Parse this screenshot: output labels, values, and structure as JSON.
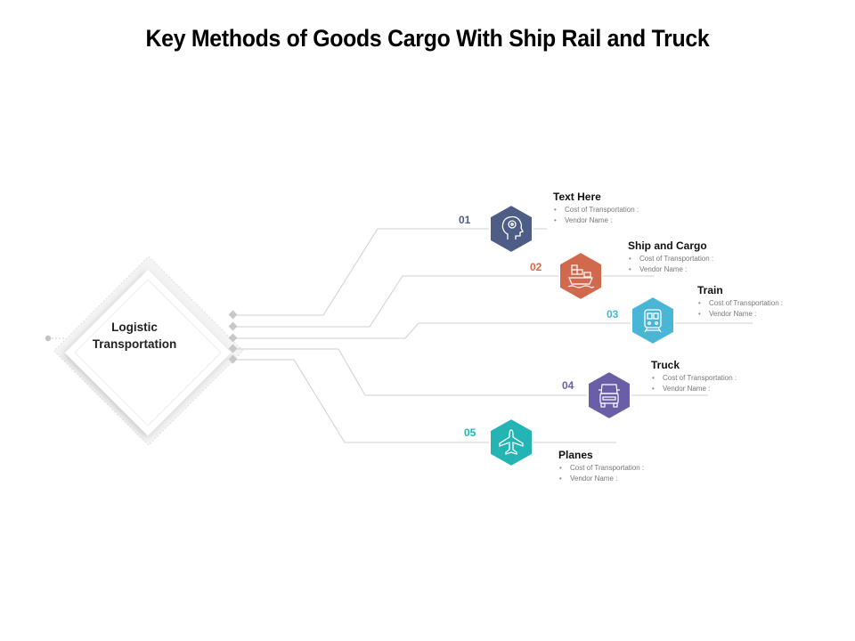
{
  "title": "Key Methods of Goods Cargo With Ship Rail and Truck",
  "center": {
    "line1": "Logistic",
    "line2": "Transportation"
  },
  "items": [
    {
      "number": "01",
      "heading": "Text Here",
      "bullet1": "Cost of Transportation  :",
      "bullet2": "Vendor Name :",
      "color": "#4e5d85",
      "icon": "brain-head-icon"
    },
    {
      "number": "02",
      "heading": "Ship and Cargo",
      "bullet1": "Cost of Transportation  :",
      "bullet2": "Vendor Name :",
      "color": "#d1694f",
      "icon": "cargo-ship-icon"
    },
    {
      "number": "03",
      "heading": "Train",
      "bullet1": "Cost of Transportation  :",
      "bullet2": "Vendor Name :",
      "color": "#49b6d6",
      "icon": "train-icon"
    },
    {
      "number": "04",
      "heading": "Truck",
      "bullet1": "Cost of Transportation  :",
      "bullet2": "Vendor Name :",
      "color": "#6a5ea6",
      "icon": "truck-icon"
    },
    {
      "number": "05",
      "heading": "Planes",
      "bullet1": "Cost of Transportation  :",
      "bullet2": "Vendor Name :",
      "color": "#23b4b3",
      "icon": "airplane-icon"
    }
  ]
}
